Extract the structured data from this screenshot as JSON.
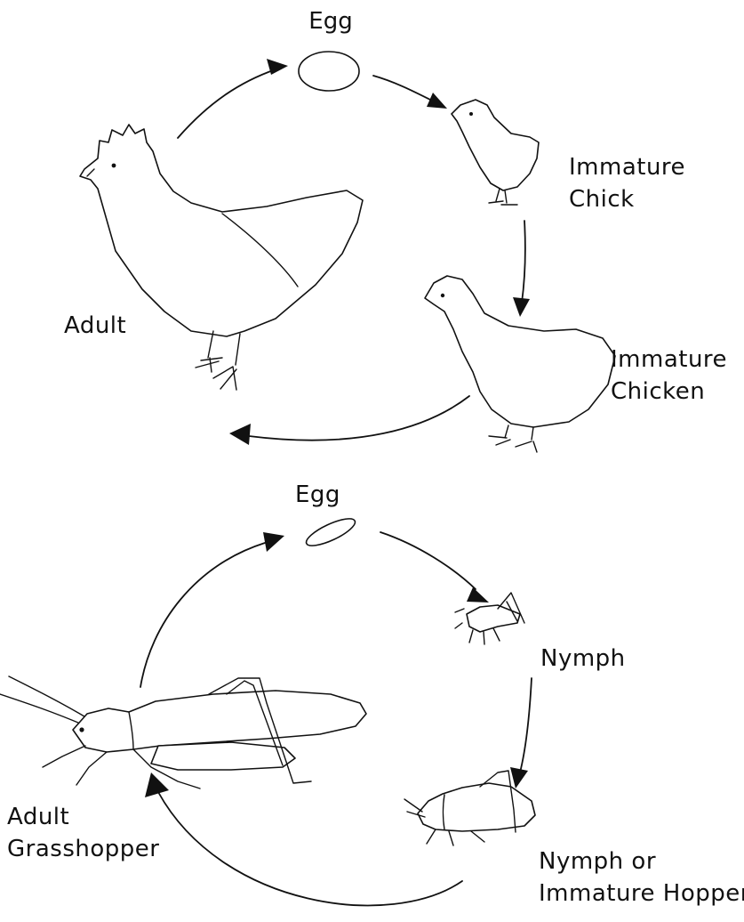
{
  "chicken_cycle": {
    "egg": "Egg",
    "immature_chick": [
      "Immature",
      "Chick"
    ],
    "immature_chicken": [
      "Immature",
      "Chicken"
    ],
    "adult": "Adult"
  },
  "grasshopper_cycle": {
    "egg": "Egg",
    "nymph": "Nymph",
    "nymph_or_immature_hopper": [
      "Nymph or",
      "Immature Hopper"
    ],
    "adult_grasshopper": [
      "Adult",
      "Grasshopper"
    ]
  }
}
